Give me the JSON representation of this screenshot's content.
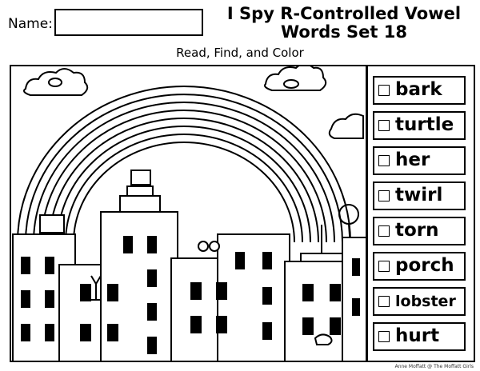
{
  "header": {
    "name_label": "Name:",
    "title_line1": "I Spy R-Controlled Vowel",
    "title_line2": "Words Set 18",
    "subtitle": "Read, Find, and Color"
  },
  "checklist": {
    "items": [
      {
        "word": "bark"
      },
      {
        "word": "turtle"
      },
      {
        "word": "her"
      },
      {
        "word": "twirl"
      },
      {
        "word": "torn"
      },
      {
        "word": "porch"
      },
      {
        "word": "lobster"
      },
      {
        "word": "hurt"
      }
    ]
  },
  "footer": {
    "credit": "Anne Moffatt @ The Moffatt Girls"
  }
}
